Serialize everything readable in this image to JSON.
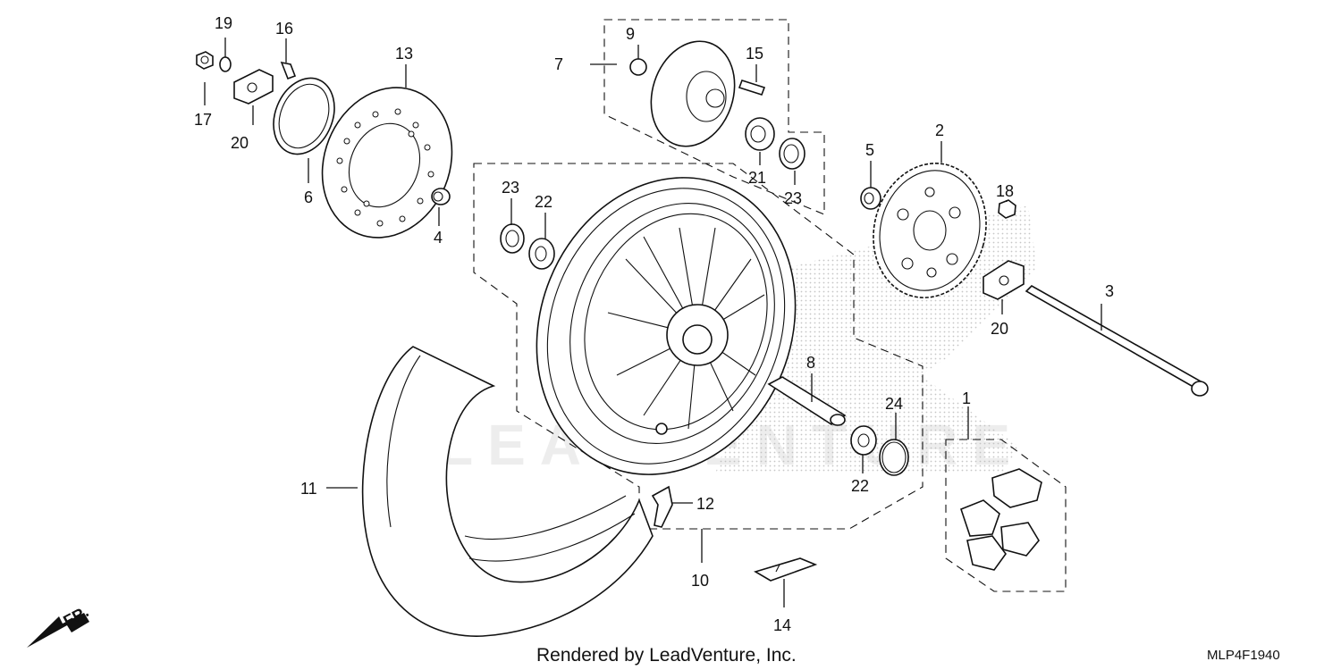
{
  "diagram": {
    "footer_credit": "Rendered by LeadVenture, Inc.",
    "diagram_code": "MLP4F1940",
    "front_arrow_label": "FR.",
    "watermark": "LEADVENTURE",
    "callouts": {
      "c1": "1",
      "c2": "2",
      "c3": "3",
      "c4": "4",
      "c5": "5",
      "c6": "6",
      "c7": "7",
      "c8": "8",
      "c9": "9",
      "c10": "10",
      "c11": "11",
      "c12": "12",
      "c13": "13",
      "c14": "14",
      "c15": "15",
      "c16": "16",
      "c17": "17",
      "c18": "18",
      "c19": "19",
      "c20a": "20",
      "c20b": "20",
      "c21": "21",
      "c22a": "22",
      "c22b": "22",
      "c23a": "23",
      "c23b": "23",
      "c24": "24"
    }
  }
}
